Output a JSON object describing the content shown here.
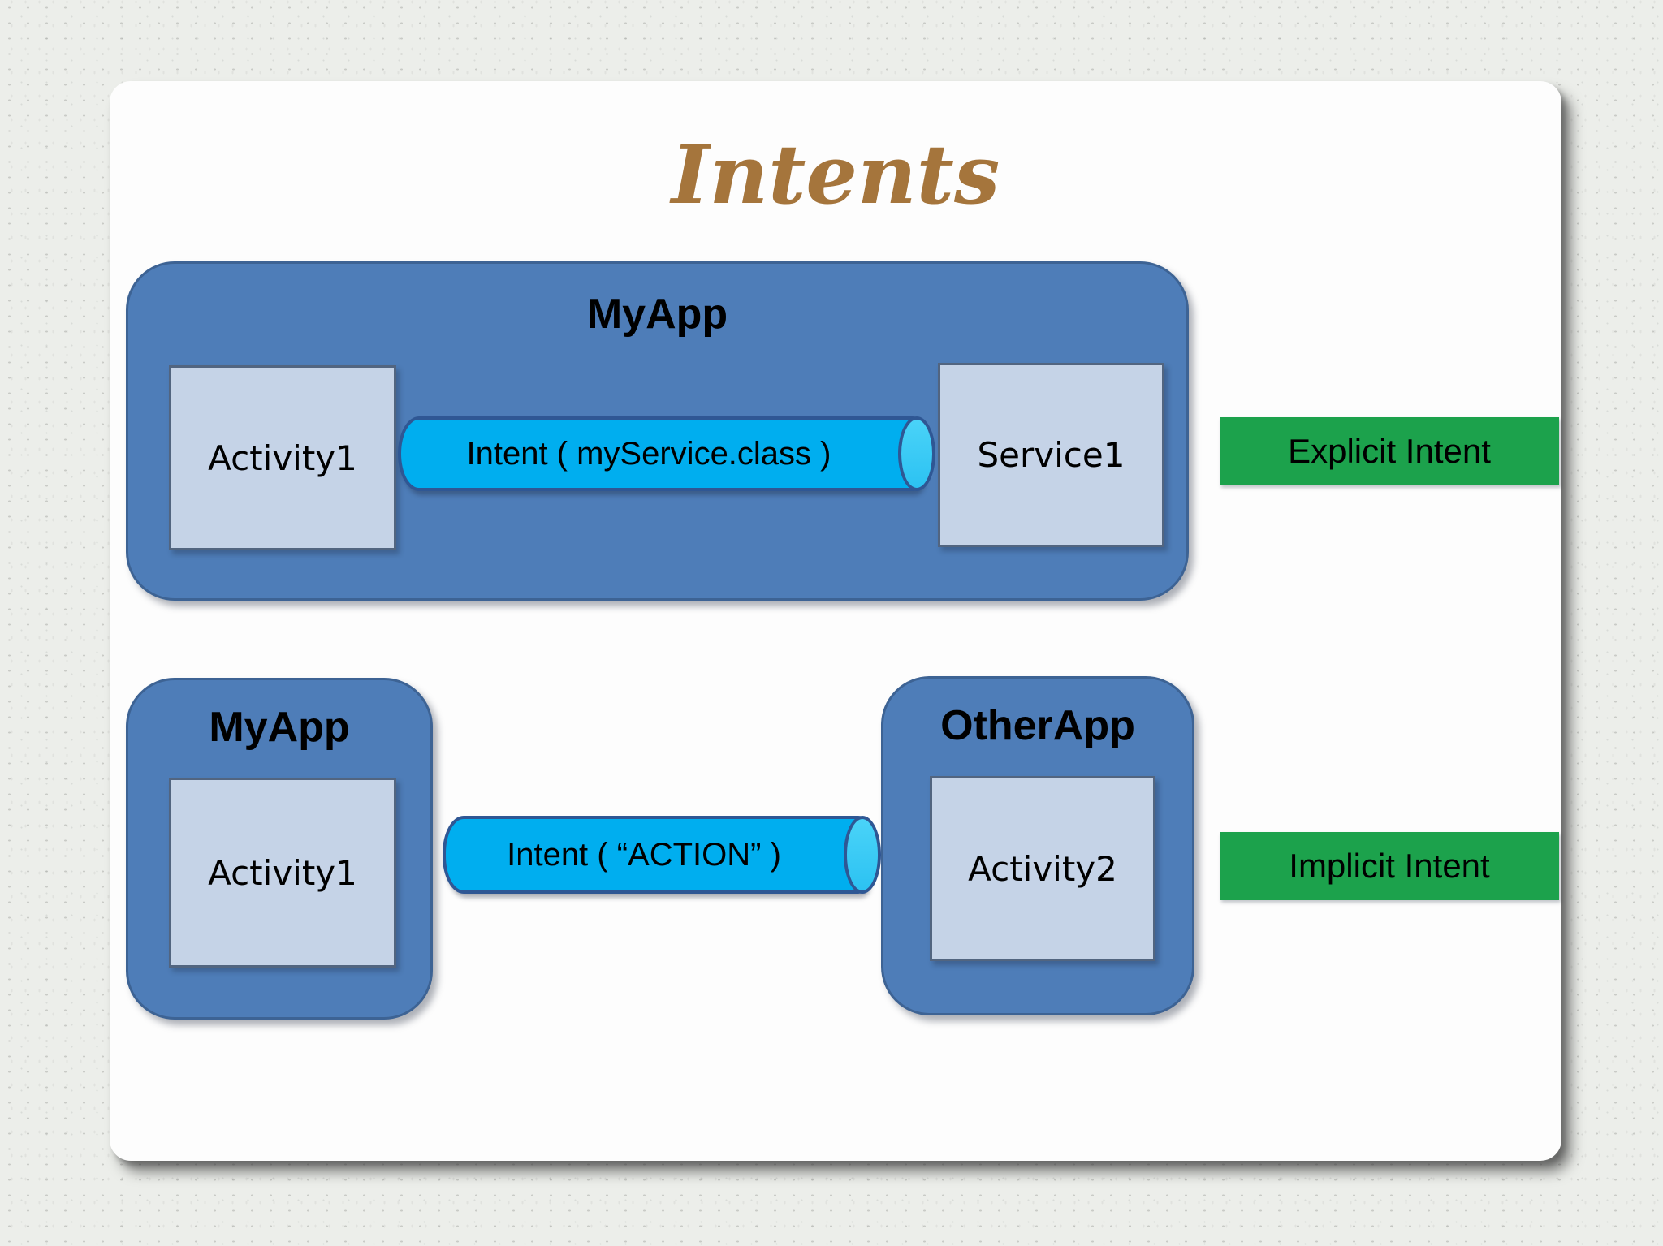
{
  "page": {
    "title": "Intents"
  },
  "explicit": {
    "app": "MyApp",
    "source": "Activity1",
    "pipe": "Intent ( myService.class )",
    "target": "Service1",
    "tag": "Explicit Intent"
  },
  "implicit": {
    "source_app": "MyApp",
    "source": "Activity1",
    "pipe": "Intent ( “ACTION” )",
    "target_app": "OtherApp",
    "target": "Activity2",
    "tag": "Implicit Intent"
  },
  "colors": {
    "title_text": "#A5753C",
    "app_fill": "#4E7DB8",
    "app_border": "#3D6394",
    "box_fill": "#C5D3E7",
    "box_border": "#526580",
    "pipe_fill": "#00AEEF",
    "pipe_cap": "#4AD3F8",
    "pipe_border": "#2F5794",
    "tag_fill": "#1CA24C",
    "label_text": "#000000"
  }
}
